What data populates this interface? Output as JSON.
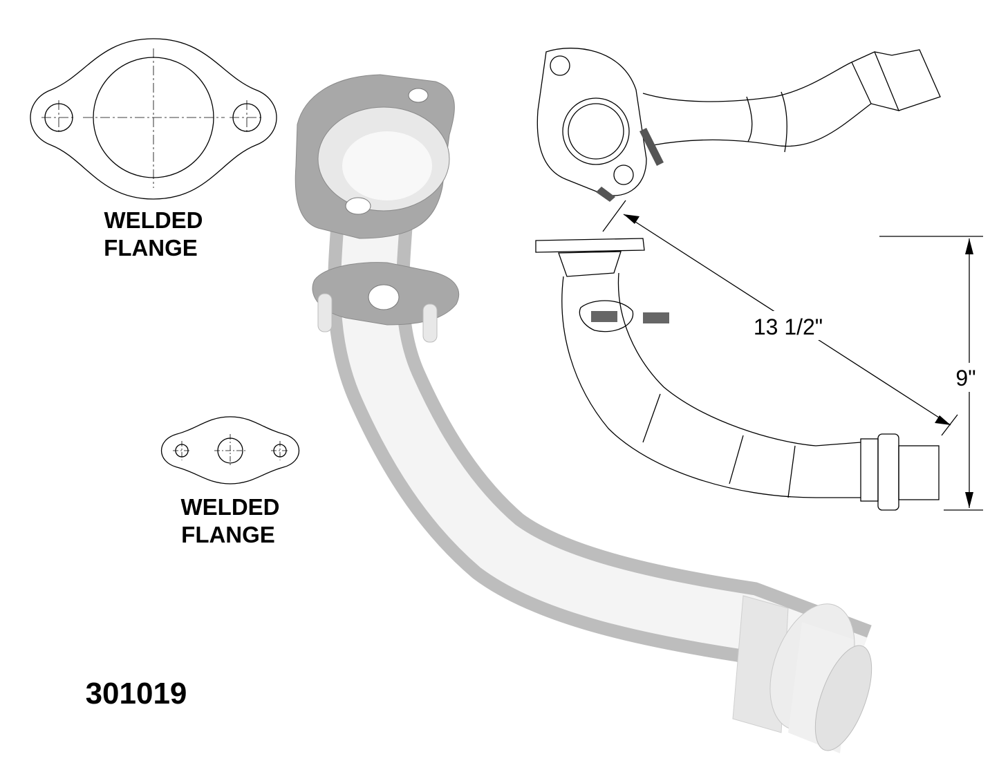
{
  "flange_large": {
    "line1": "WELDED",
    "line2": "FLANGE"
  },
  "flange_small": {
    "line1": "WELDED",
    "line2": "FLANGE"
  },
  "dimensions": {
    "length": "13 1/2\"",
    "height": "9\""
  },
  "part_number": "301019",
  "colors": {
    "pipe_light": "#f2f2f2",
    "pipe_shade": "#c8c8c8",
    "flange_grey": "#a6a6a6",
    "line": "#000000"
  }
}
